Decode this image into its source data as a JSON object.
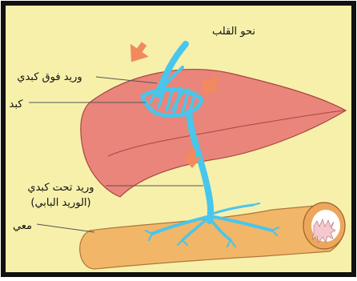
{
  "labels": {
    "toward_heart": "نحو القلب",
    "hepatic_vein": "وريد فوق كبدي",
    "liver": "كبد",
    "portal_vein_line1": "وريد تحت كبدي",
    "portal_vein_line2": "(الوريد البابي)",
    "intestine": "معي"
  },
  "colors": {
    "background": "#f6f0ab",
    "frame": "#111111",
    "liver": "#e9857b",
    "intestine": "#f1b667",
    "vessel": "#48c6ec",
    "arrow": "#f28a5e",
    "leader_line": "#555555"
  }
}
